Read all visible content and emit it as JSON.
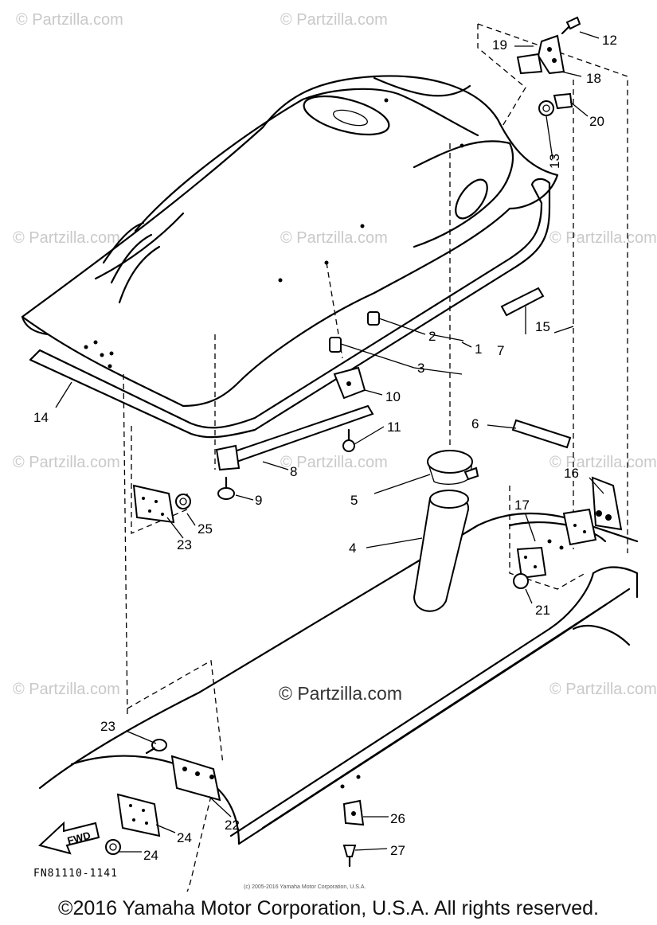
{
  "watermark": {
    "text": "© Partzilla.com",
    "center_text": "© Partzilla.com"
  },
  "diagram": {
    "code": "FN81110-1141",
    "small_copyright": "(c) 2005-2016 Yamaha Motor Corporation, U.S.A.",
    "direction_label": "FWD",
    "callouts": [
      "1",
      "2",
      "3",
      "4",
      "5",
      "6",
      "7",
      "8",
      "9",
      "10",
      "11",
      "12",
      "13",
      "14",
      "15",
      "16",
      "17",
      "18",
      "19",
      "20",
      "21",
      "22",
      "23",
      "24",
      "24",
      "25",
      "25",
      "26",
      "27"
    ]
  },
  "footer": {
    "copyright": "©2016 Yamaha Motor Corporation, U.S.A. All rights reserved."
  }
}
